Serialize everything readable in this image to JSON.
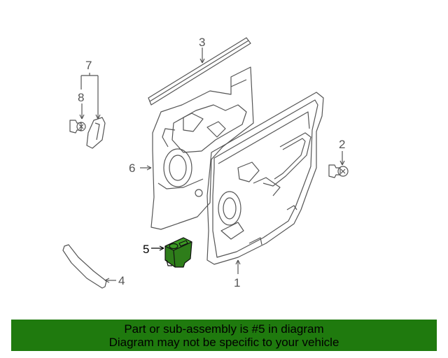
{
  "diagram": {
    "callouts": {
      "c1": "1",
      "c2": "2",
      "c3": "3",
      "c4": "4",
      "c5": "5",
      "c6": "6",
      "c7": "7",
      "c8": "8"
    },
    "highlight_color": "#2e7d1a"
  },
  "banner": {
    "line1": "Part or sub-assembly is #5 in diagram",
    "line2": "Diagram may not be specific to your vehicle",
    "background": "#1f7a0e"
  }
}
